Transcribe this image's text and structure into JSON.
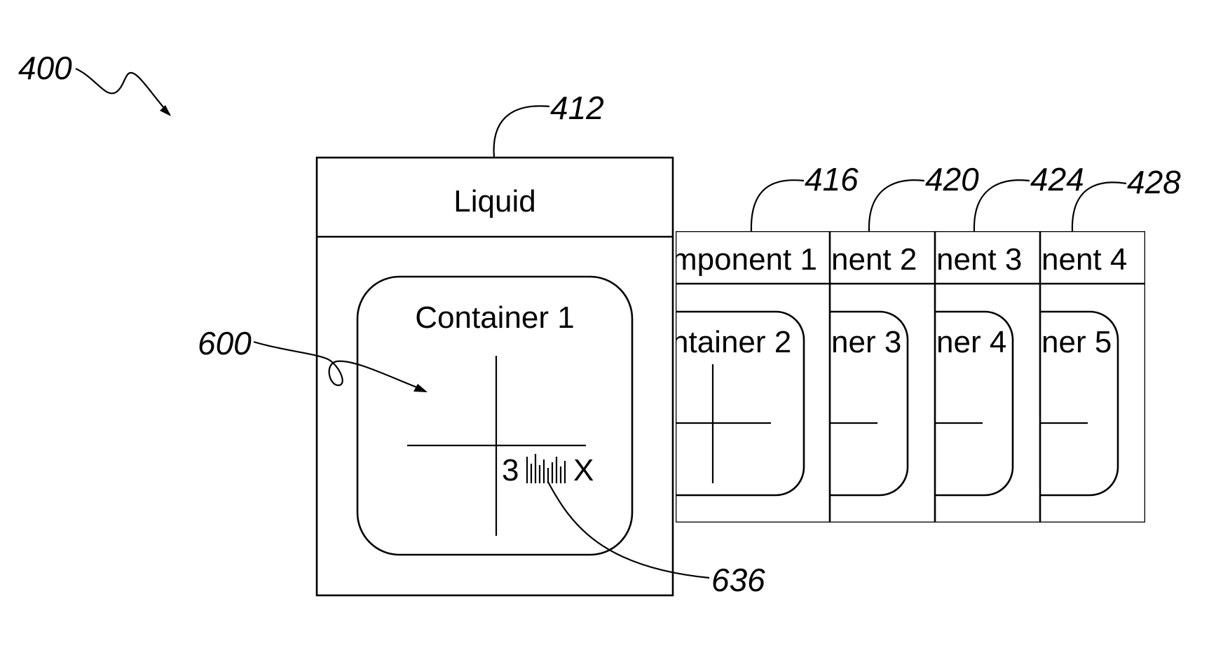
{
  "references": {
    "figure": "400",
    "liquid_pack": "412",
    "component_1": "416",
    "component_2": "420",
    "component_3": "424",
    "component_4": "428",
    "marker": "600",
    "indicia": "636"
  },
  "front_pack": {
    "header": "Liquid",
    "container": "Container 1",
    "indicia_left": "3",
    "indicia_right": "X"
  },
  "component_packs": [
    {
      "header": "mponent 1",
      "container": "ntainer 2"
    },
    {
      "header": "nent 2",
      "container": "ner 3"
    },
    {
      "header": "nent 3",
      "container": "ner 4"
    },
    {
      "header": "nent 4",
      "container": "ner 5"
    }
  ]
}
